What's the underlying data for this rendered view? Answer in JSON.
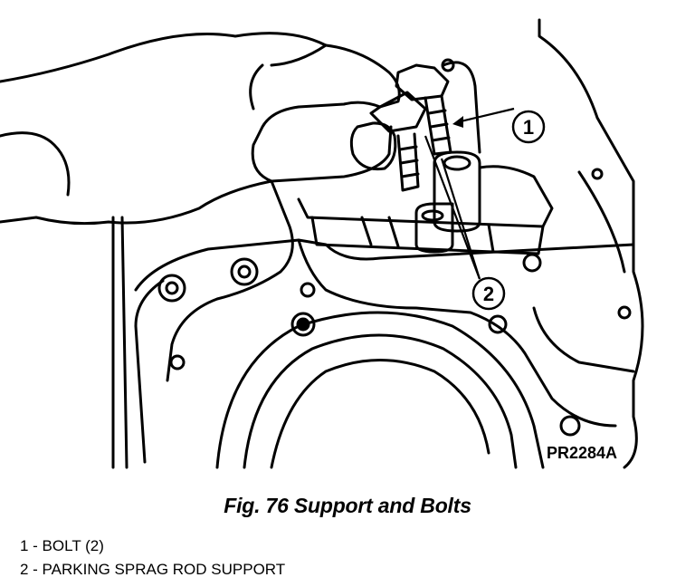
{
  "figure": {
    "drawing_code": "PR2284A",
    "caption": "Fig. 76 Support and Bolts",
    "callouts": [
      "1",
      "2"
    ],
    "legend": [
      "1 - BOLT (2)",
      "2 - PARKING SPRAG ROD SUPPORT"
    ]
  }
}
